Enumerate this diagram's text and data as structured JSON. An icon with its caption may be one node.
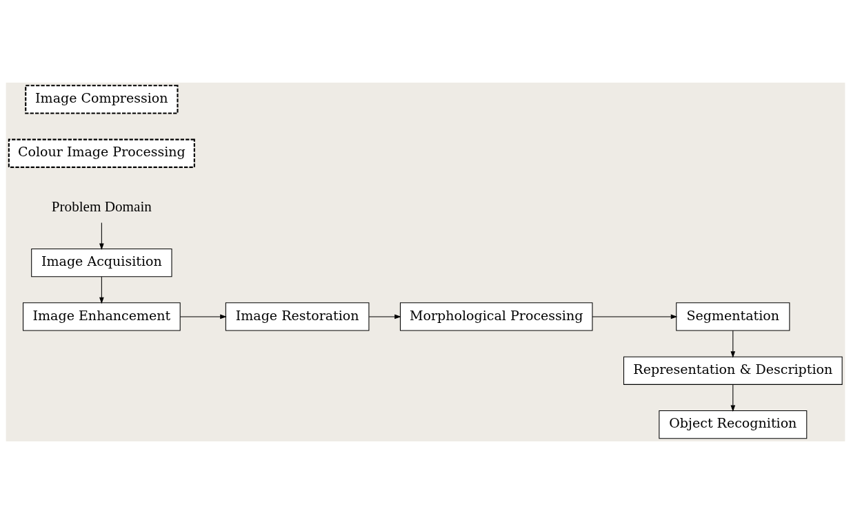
{
  "diagram": {
    "nodes": [
      {
        "text": [
          "Problem Domain"
        ]
      },
      {
        "text": [
          "Image Acquisition"
        ]
      },
      {
        "text": [
          "Image Enhancement"
        ]
      },
      {
        "text": [
          "Image Restoration"
        ]
      },
      {
        "text": [
          "Morphological Processing"
        ]
      },
      {
        "text": [
          "Segmentation"
        ]
      },
      {
        "text": [
          "Representation & Description"
        ]
      },
      {
        "text": [
          "Object Recognition"
        ]
      },
      {
        "text": [
          "Colour Image Processing"
        ]
      },
      {
        "text": [
          "Image Compression"
        ]
      }
    ],
    "edges": [
      {
        "from": 0,
        "to": 1,
        "arrow": "to"
      },
      {
        "from": 1,
        "to": 2,
        "arrow": "to"
      },
      {
        "from": 2,
        "to": 3,
        "arrow": "to"
      },
      {
        "from": 3,
        "to": 4,
        "arrow": "to"
      },
      {
        "from": 4,
        "to": 5,
        "arrow": "to"
      },
      {
        "from": 5,
        "to": 6,
        "arrow": "to"
      },
      {
        "from": 6,
        "to": 7,
        "arrow": "to"
      }
    ]
  }
}
